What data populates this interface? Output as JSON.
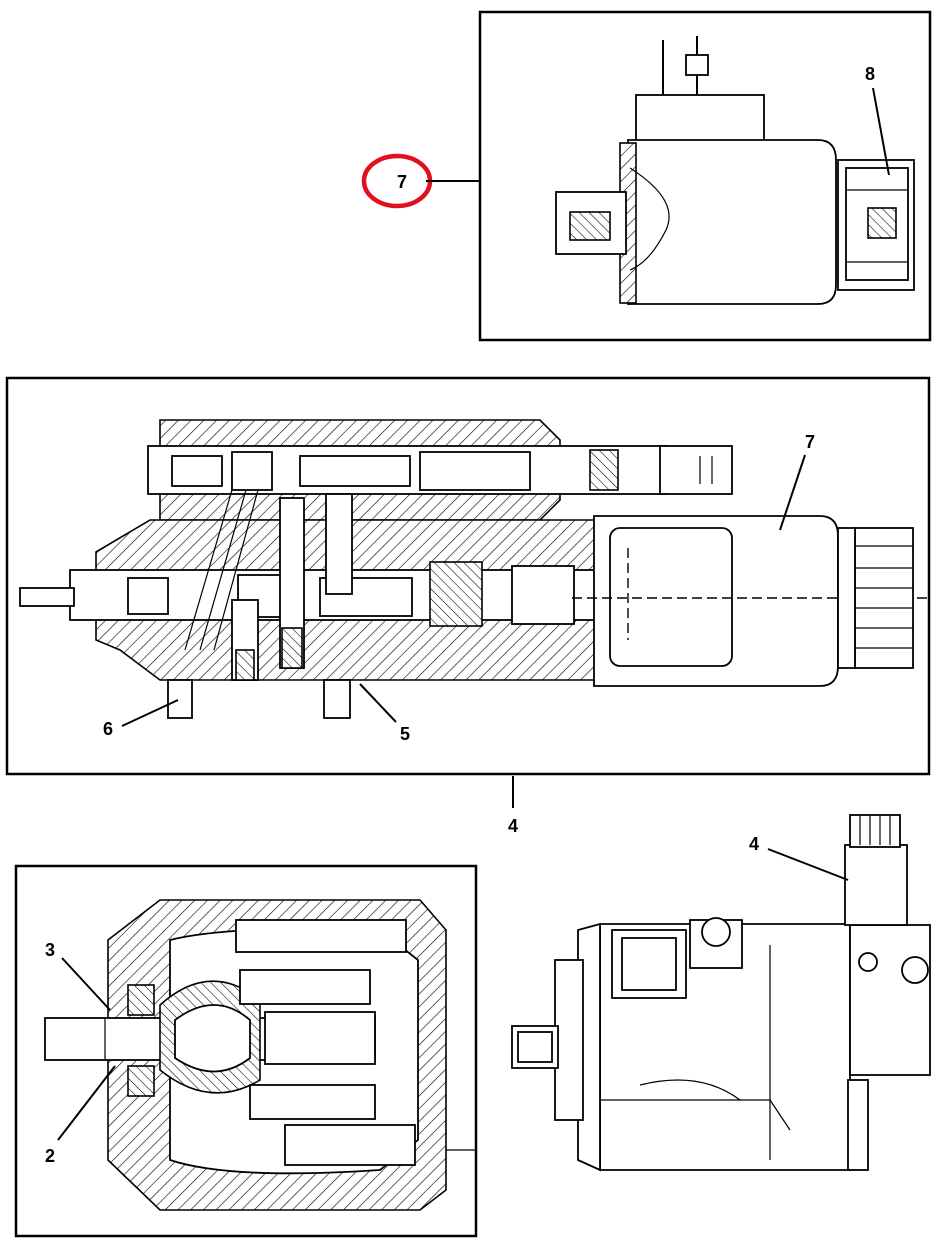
{
  "callouts": {
    "c1": "7",
    "c2": "8",
    "c3": "7",
    "c4": "6",
    "c5": "5",
    "c6": "4",
    "c7": "4",
    "c8": "3",
    "c9": "2"
  },
  "highlight_color": "#e0101c"
}
